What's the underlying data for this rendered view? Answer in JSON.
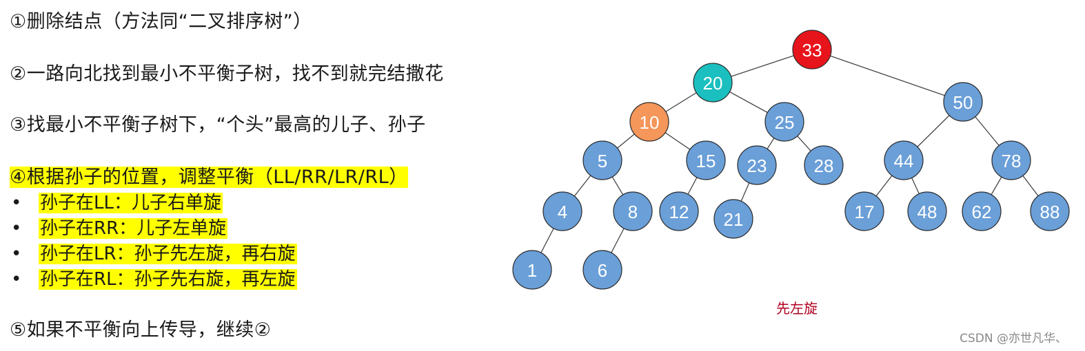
{
  "steps": {
    "s1": "①删除结点（方法同“二叉排序树”）",
    "s2": "②一路向北找到最小不平衡子树，找不到就完结撒花",
    "s3": "③找最小不平衡子树下，“个头”最高的儿子、孙子",
    "s4": "④根据孙子的位置，调整平衡（LL/RR/LR/RL）",
    "s5": "⑤如果不平衡向上传导，继续②"
  },
  "bullets": [
    {
      "dot": "•",
      "text": "孙子在LL：儿子右单旋"
    },
    {
      "dot": "•",
      "text": "孙子在RR：儿子左单旋"
    },
    {
      "dot": "•",
      "text": "孙子在LR：孙子先左旋，再右旋"
    },
    {
      "dot": "•",
      "text": "孙子在RL：孙子先右旋，再左旋"
    }
  ],
  "tree": {
    "colors": {
      "default": "#6a9fd8",
      "root": "#e8141c",
      "child": "#1bbfbf",
      "grandchild": "#f5965a",
      "stroke": "#2a2a2a",
      "edge": "#444444"
    },
    "nodes": [
      {
        "id": "n33",
        "label": "33",
        "role": "root"
      },
      {
        "id": "n20",
        "label": "20",
        "role": "child"
      },
      {
        "id": "n50",
        "label": "50",
        "role": "default"
      },
      {
        "id": "n10",
        "label": "10",
        "role": "grandchild"
      },
      {
        "id": "n25",
        "label": "25",
        "role": "default"
      },
      {
        "id": "n5",
        "label": "5",
        "role": "default"
      },
      {
        "id": "n15",
        "label": "15",
        "role": "default"
      },
      {
        "id": "n23",
        "label": "23",
        "role": "default"
      },
      {
        "id": "n28",
        "label": "28",
        "role": "default"
      },
      {
        "id": "n44",
        "label": "44",
        "role": "default"
      },
      {
        "id": "n78",
        "label": "78",
        "role": "default"
      },
      {
        "id": "n4",
        "label": "4",
        "role": "default"
      },
      {
        "id": "n8",
        "label": "8",
        "role": "default"
      },
      {
        "id": "n12",
        "label": "12",
        "role": "default"
      },
      {
        "id": "n21",
        "label": "21",
        "role": "default"
      },
      {
        "id": "n17",
        "label": "17",
        "role": "default"
      },
      {
        "id": "n48",
        "label": "48",
        "role": "default"
      },
      {
        "id": "n62",
        "label": "62",
        "role": "default"
      },
      {
        "id": "n88",
        "label": "88",
        "role": "default"
      },
      {
        "id": "n1",
        "label": "1",
        "role": "default"
      },
      {
        "id": "n6",
        "label": "6",
        "role": "default"
      }
    ],
    "edges": [
      [
        "n33",
        "n20"
      ],
      [
        "n33",
        "n50"
      ],
      [
        "n20",
        "n10"
      ],
      [
        "n20",
        "n25"
      ],
      [
        "n10",
        "n5"
      ],
      [
        "n10",
        "n15"
      ],
      [
        "n25",
        "n23"
      ],
      [
        "n25",
        "n28"
      ],
      [
        "n50",
        "n44"
      ],
      [
        "n50",
        "n78"
      ],
      [
        "n5",
        "n4"
      ],
      [
        "n5",
        "n8"
      ],
      [
        "n15",
        "n12"
      ],
      [
        "n23",
        "n21"
      ],
      [
        "n44",
        "n17"
      ],
      [
        "n44",
        "n48"
      ],
      [
        "n78",
        "n62"
      ],
      [
        "n78",
        "n88"
      ],
      [
        "n4",
        "n1"
      ],
      [
        "n8",
        "n6"
      ]
    ]
  },
  "caption": "先左旋",
  "watermark": "CSDN @亦世凡华、"
}
